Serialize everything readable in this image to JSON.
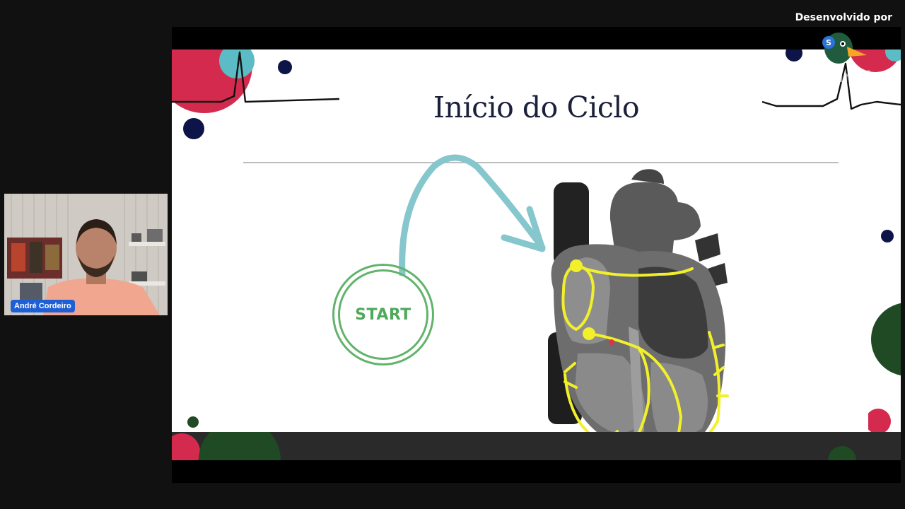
{
  "overlay": {
    "credit": "Desenvolvido por",
    "watermark": "StreamYard"
  },
  "camera": {
    "participant_name": "André Cordeiro"
  },
  "slide": {
    "title": "Início do Ciclo",
    "start_button": "START"
  },
  "colors": {
    "background": "#111111",
    "crimson": "#d42a4e",
    "teal": "#5bbcc6",
    "navy": "#0d1447",
    "forest": "#1f4a23",
    "start_green": "#62b36b",
    "conduction_yellow": "#f1f02a"
  }
}
